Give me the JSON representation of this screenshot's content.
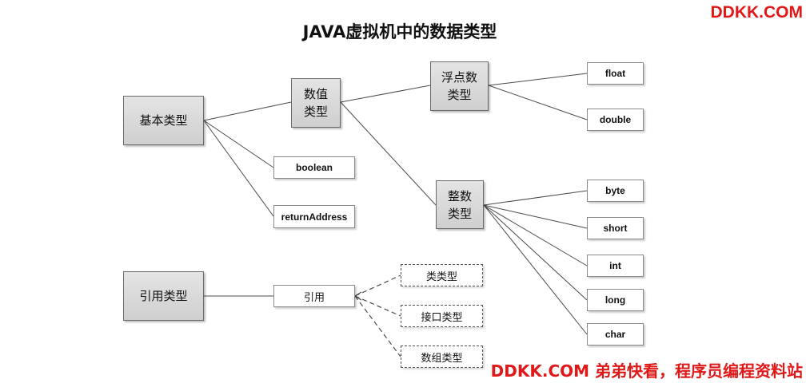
{
  "title": "JAVA虚拟机中的数据类型",
  "watermark_top": "DDKK.COM",
  "watermark_bottom": "DDKK.COM 弟弟快看，程序员编程资料站",
  "nodes": {
    "basic_types": "基本类型",
    "numeric_types": [
      "数值",
      "类型"
    ],
    "float_point_types": [
      "浮点数",
      "类型"
    ],
    "integer_types": [
      "整数",
      "类型"
    ],
    "boolean": "boolean",
    "return_address": "returnAddress",
    "float": "float",
    "double": "double",
    "byte": "byte",
    "short": "short",
    "int": "int",
    "long": "long",
    "char": "char",
    "reference_types": "引用类型",
    "reference": "引用",
    "class_type": "类类型",
    "interface_type": "接口类型",
    "array_type": "数组类型"
  }
}
